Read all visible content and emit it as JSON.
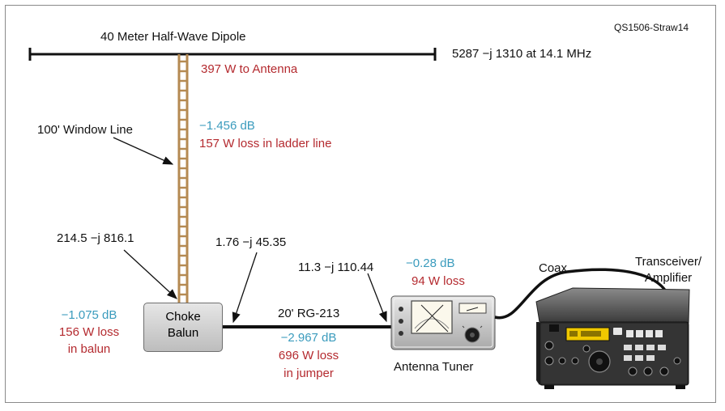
{
  "figure_id": "QS1506-Straw14",
  "antenna": {
    "title": "40 Meter Half-Wave Dipole",
    "impedance": "5287 −j 1310 at 14.1 MHz",
    "power": "397 W to Antenna"
  },
  "window_line": {
    "label": "100' Window Line",
    "loss_db": "−1.456 dB",
    "loss_w": "157 W loss in ladder line"
  },
  "balun": {
    "label_line1": "Choke",
    "label_line2": "Balun",
    "impedance_in": "214.5 −j 816.1",
    "loss_db": "−1.075 dB",
    "loss_line1": "156 W loss",
    "loss_line2": "in balun"
  },
  "jumper": {
    "impedance": "1.76 −j 45.35",
    "label": "20' RG-213",
    "loss_db": "−2.967 dB",
    "loss_line1": "696 W loss",
    "loss_line2": "in jumper"
  },
  "tuner": {
    "impedance": "11.3 −j 110.44",
    "loss_db": "−0.28 dB",
    "loss_w": "94 W loss",
    "label": "Antenna Tuner"
  },
  "coax": {
    "label": "Coax"
  },
  "radio": {
    "label_line1": "Transceiver/",
    "label_line2": "Amplifier"
  },
  "colors": {
    "loss_red": "#b42a2f",
    "db_blue": "#3a9bbd",
    "ladder": "#b58a52"
  }
}
